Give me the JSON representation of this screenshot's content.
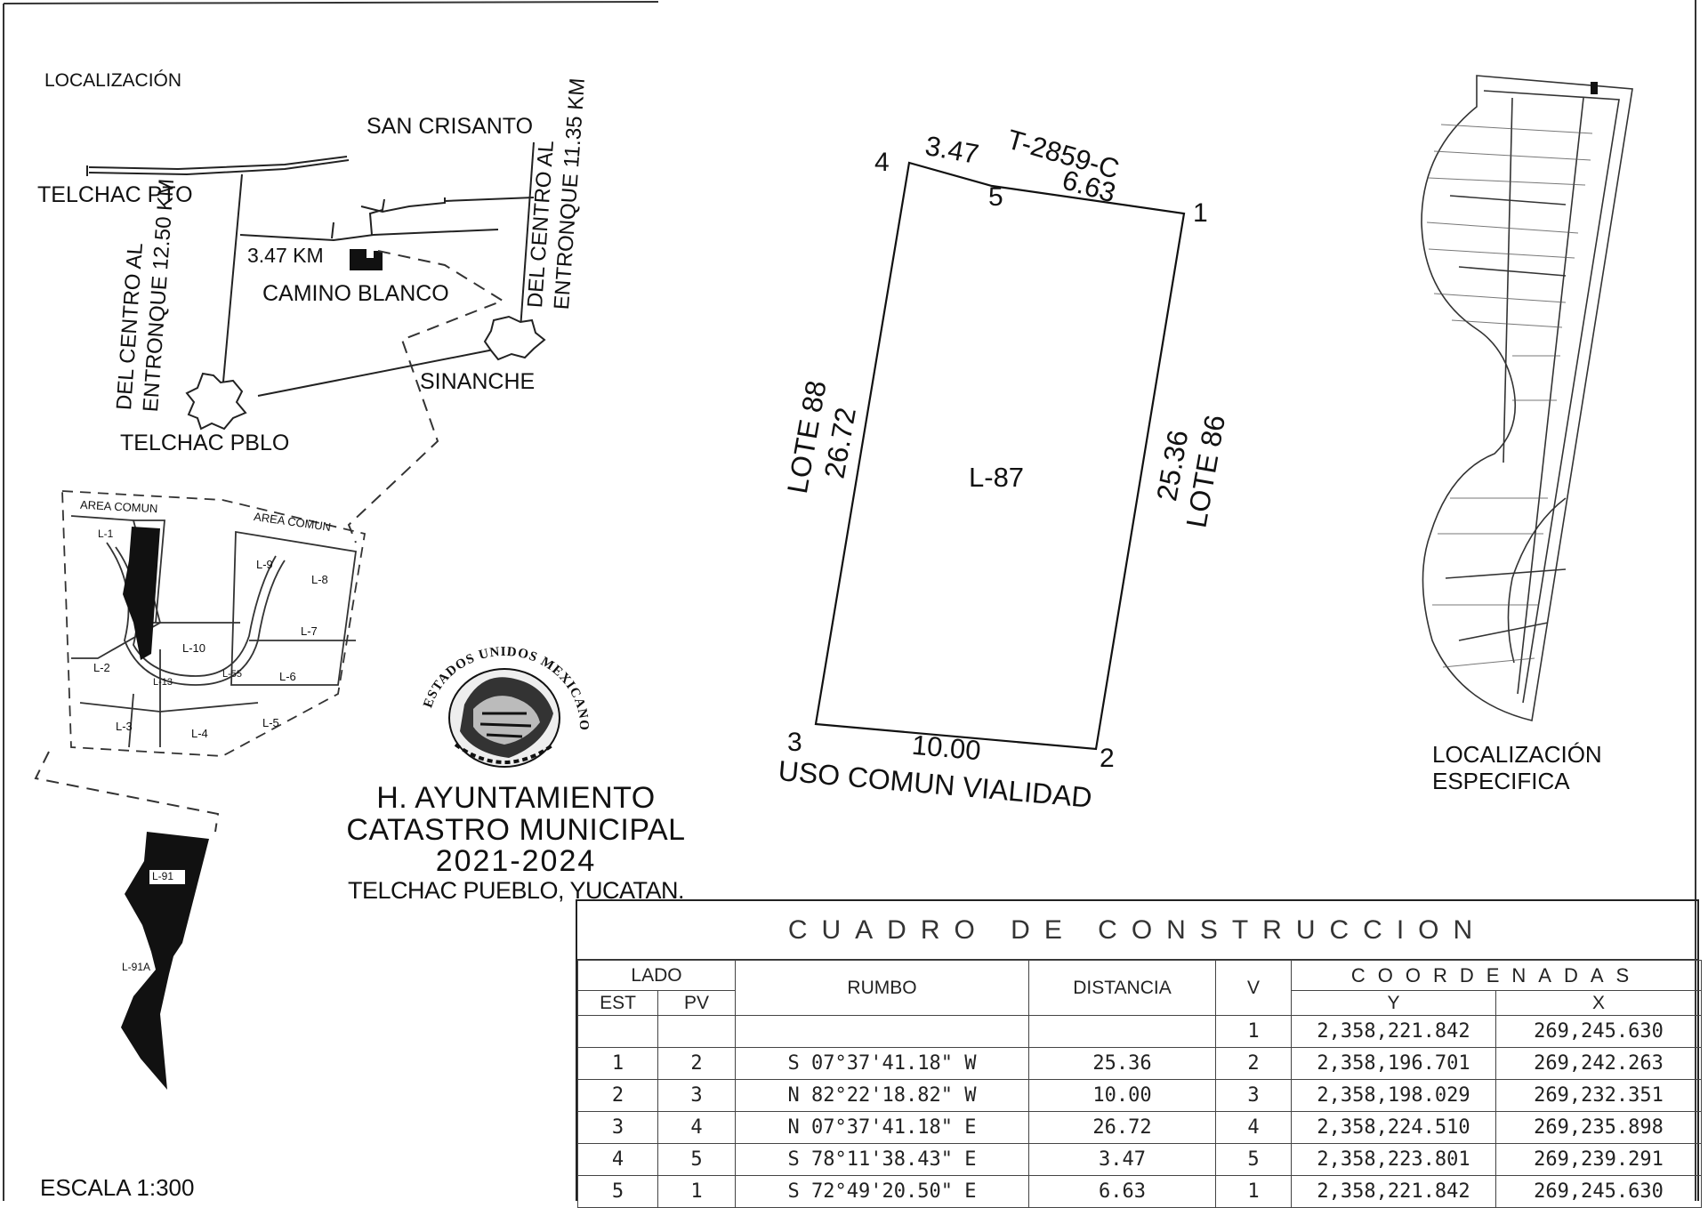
{
  "localizacion": {
    "title": "LOCALIZACIÓN",
    "places": {
      "san_crisanto": "SAN CRISANTO",
      "telchac_pto": "TELCHAC PTO",
      "camino_blanco": "CAMINO BLANCO",
      "sinanche": "SINANCHE",
      "telchac_pblo": "TELCHAC PBLO"
    },
    "distance_label": "3.47 KM",
    "road_left_line1": "DEL CENTRO AL",
    "road_left_line2": "ENTRONQUE 12.50 KM",
    "road_right_line1": "DEL CENTRO AL",
    "road_right_line2": "ENTRONQUE 11.35 KM"
  },
  "subdivision": {
    "area_comun_1": "AREA COMUN",
    "area_comun_2": "AREA COMUN",
    "lots": [
      "L-1",
      "L-2",
      "L-3",
      "L-4",
      "L-5",
      "L-6",
      "L-7",
      "L-8",
      "L-9",
      "L-10",
      "L-13",
      "L-55"
    ],
    "lower_labels": [
      "L-91",
      "L-91A"
    ]
  },
  "lot_plan": {
    "lot": "L-87",
    "reference": "T-2859-C",
    "vertices": [
      "1",
      "2",
      "3",
      "4",
      "5"
    ],
    "dim_top_left": "3.47",
    "dim_top_right": "6.63",
    "dim_bottom": "10.00",
    "dim_left": "26.72",
    "dim_right": "25.36",
    "neighbor_left": "LOTE 88",
    "neighbor_right": "LOTE 86",
    "neighbor_bottom": "USO COMUN VIALIDAD"
  },
  "specific": {
    "line1": "LOCALIZACIÓN",
    "line2": "ESPECIFICA"
  },
  "title_block": {
    "seal_text": "ESTADOS UNIDOS MEXICANOS",
    "line1": "H. AYUNTAMIENTO",
    "line2": "CATASTRO MUNICIPAL",
    "line3": "2021-2024",
    "line4": "TELCHAC PUEBLO, YUCATAN."
  },
  "scale": "ESCALA 1:300",
  "cuadro": {
    "title": "CUADRO DE CONSTRUCCION",
    "headers": {
      "lado": "LADO",
      "est": "EST",
      "pv": "PV",
      "rumbo": "RUMBO",
      "distancia": "DISTANCIA",
      "v": "V",
      "coordenadas": "COORDENADAS",
      "y": "Y",
      "x": "X"
    },
    "rows": [
      {
        "est": "",
        "pv": "",
        "rumbo": "",
        "distancia": "",
        "v": "1",
        "y": "2,358,221.842",
        "x": "269,245.630"
      },
      {
        "est": "1",
        "pv": "2",
        "rumbo": "S 07°37'41.18\" W",
        "distancia": "25.36",
        "v": "2",
        "y": "2,358,196.701",
        "x": "269,242.263"
      },
      {
        "est": "2",
        "pv": "3",
        "rumbo": "N 82°22'18.82\" W",
        "distancia": "10.00",
        "v": "3",
        "y": "2,358,198.029",
        "x": "269,232.351"
      },
      {
        "est": "3",
        "pv": "4",
        "rumbo": "N 07°37'41.18\" E",
        "distancia": "26.72",
        "v": "4",
        "y": "2,358,224.510",
        "x": "269,235.898"
      },
      {
        "est": "4",
        "pv": "5",
        "rumbo": "S 78°11'38.43\" E",
        "distancia": "3.47",
        "v": "5",
        "y": "2,358,223.801",
        "x": "269,239.291"
      },
      {
        "est": "5",
        "pv": "1",
        "rumbo": "S 72°49'20.50\" E",
        "distancia": "6.63",
        "v": "1",
        "y": "2,358,221.842",
        "x": "269,245.630"
      }
    ]
  }
}
